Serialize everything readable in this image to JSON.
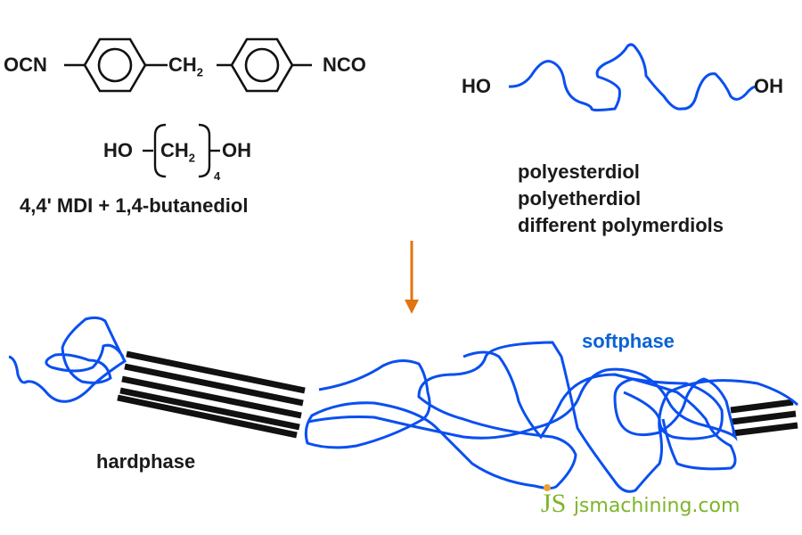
{
  "mdi": {
    "left_group": "OCN",
    "bridge": "CH",
    "bridge_subscript": "2",
    "right_group": "NCO"
  },
  "butanediol": {
    "left": "HO",
    "unit": "CH",
    "unit_subscript": "2",
    "repeat": "4",
    "right": "OH"
  },
  "left_caption": "4,4' MDI + 1,4-butanediol",
  "polymerdiol": {
    "left_end": "HO",
    "right_end": "OH",
    "types": [
      "polyesterdiol",
      "polyetherdiol",
      "different polymerdiols"
    ]
  },
  "labels": {
    "softphase": "softphase",
    "hardphase": "hardphase"
  },
  "watermark": {
    "logo": "JS",
    "text": "jsmachining.com"
  },
  "colors": {
    "chain": "#0a4ff0",
    "arrow": "#e07410",
    "softphase_label": "#0a62d6",
    "watermark": "#7db52a",
    "hard_block": "#111111"
  }
}
